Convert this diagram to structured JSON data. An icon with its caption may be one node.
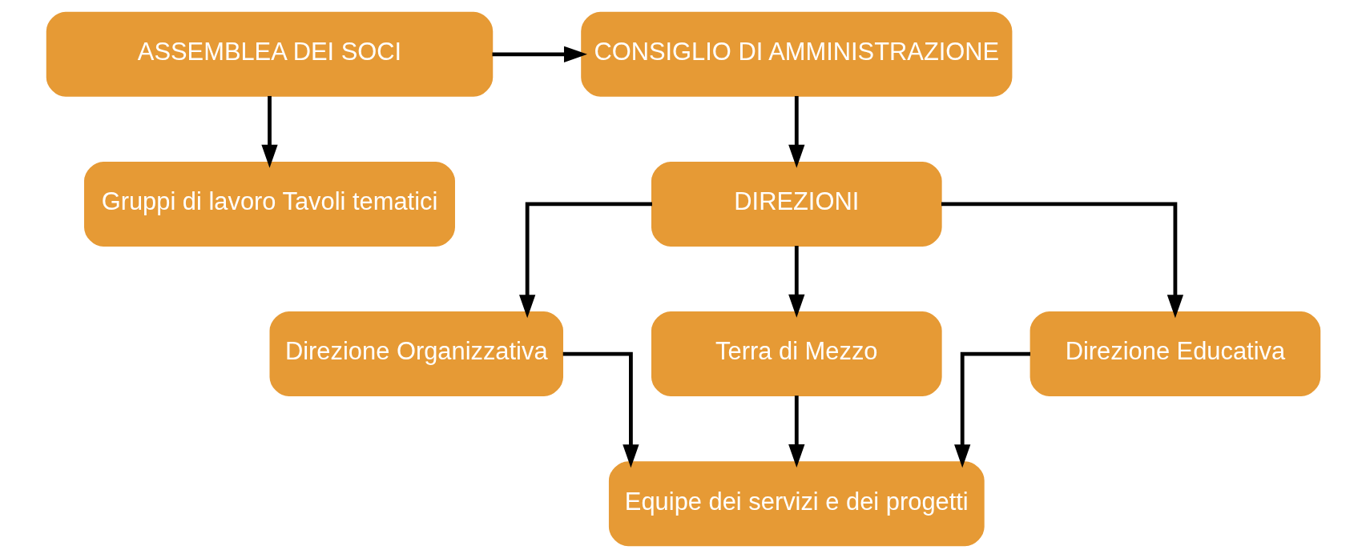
{
  "diagram": {
    "nodes": [
      {
        "text": [
          "ASSEMBLEA DEI SOCI"
        ]
      },
      {
        "text": [
          "CONSIGLIO DI AMMINISTRAZIONE"
        ]
      },
      {
        "text": [
          "Gruppi di lavoro Tavoli tematici"
        ]
      },
      {
        "text": [
          "DIREZIONI"
        ]
      },
      {
        "text": [
          "Direzione Organizzativa"
        ]
      },
      {
        "text": [
          "Terra di Mezzo"
        ]
      },
      {
        "text": [
          "Direzione Educativa"
        ]
      },
      {
        "text": [
          "Equipe dei servizi e dei progetti"
        ]
      }
    ],
    "edges": [
      {
        "from": 0,
        "to": 1,
        "arrow": "to"
      },
      {
        "from": 0,
        "to": 2,
        "arrow": "to"
      },
      {
        "from": 1,
        "to": 3,
        "arrow": "to"
      },
      {
        "from": 3,
        "to": 4,
        "arrow": "to"
      },
      {
        "from": 3,
        "to": 5,
        "arrow": "to"
      },
      {
        "from": 3,
        "to": 6,
        "arrow": "to"
      },
      {
        "from": 4,
        "to": 7,
        "arrow": "to"
      },
      {
        "from": 5,
        "to": 7,
        "arrow": "to"
      },
      {
        "from": 6,
        "to": 7,
        "arrow": "to"
      }
    ]
  }
}
